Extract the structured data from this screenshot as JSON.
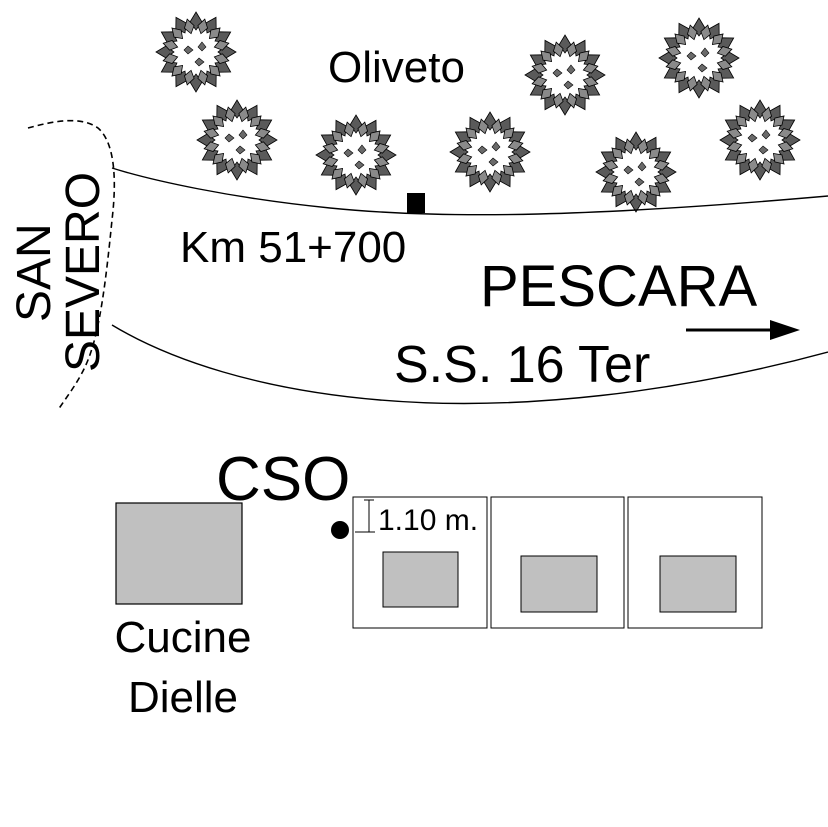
{
  "labels": {
    "oliveto": "Oliveto",
    "km": "Km 51+700",
    "pescara": "PESCARA",
    "road": "S.S. 16 Ter",
    "san": "SAN",
    "severo": "SEVERO",
    "cso": "CSO",
    "distance": "1.10 m.",
    "cucine_line1": "Cucine",
    "cucine_line2": "Dielle"
  },
  "icons": {
    "trees": "olive-tree-icon",
    "arrow": "arrow-right-icon",
    "km_marker": "square-marker-icon",
    "cso_marker": "dot-marker-icon"
  },
  "colors": {
    "ink": "#000000",
    "fill_gray": "#c0c0c0",
    "leaf_dark": "#555555",
    "leaf_light": "#909090",
    "background": "#ffffff"
  }
}
